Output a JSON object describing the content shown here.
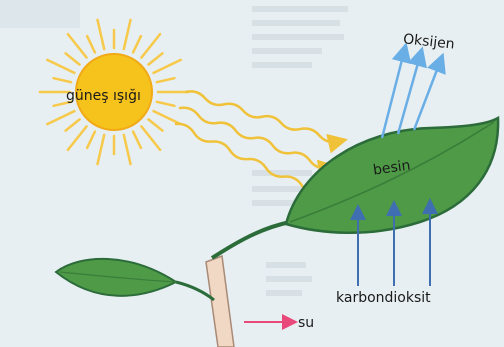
{
  "labels": {
    "sunlight": "güneş ışığı",
    "oxygen": "Oksijen",
    "food": "besin",
    "carbon_dioxide": "karbondioksit",
    "water": "su"
  },
  "colors": {
    "background": "#e8eff2",
    "sun": "#f6c21c",
    "sun_rays": "#f7c94a",
    "light_waves": "#f0c23a",
    "leaf": "#4e9a46",
    "leaf_edge": "#2c6c3a",
    "oxygen_arrows": "#6aaee6",
    "co2_arrows": "#3f6fb0",
    "water_arrow": "#e8487a",
    "stem": "#f1d8c4"
  }
}
